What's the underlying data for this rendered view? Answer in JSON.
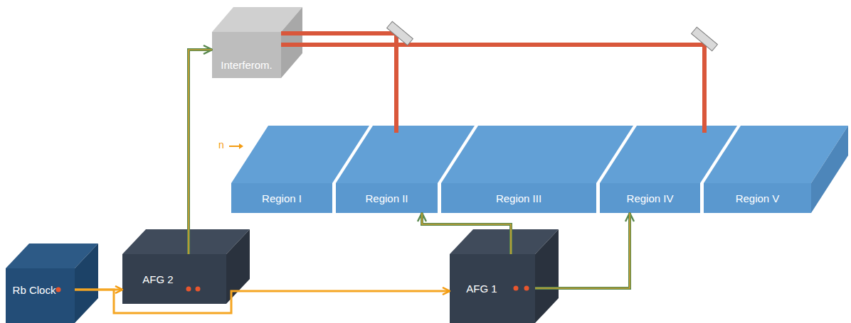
{
  "diagram": {
    "nodes": [
      {
        "text": [
          "Rb Clock"
        ]
      },
      {
        "text": [
          "AFG 2"
        ]
      },
      {
        "text": [
          "Interferom."
        ]
      },
      {
        "text": [
          "Region I"
        ]
      },
      {
        "text": [
          "Region II"
        ]
      },
      {
        "text": [
          "Region III"
        ]
      },
      {
        "text": [
          "Region IV"
        ]
      },
      {
        "text": [
          "Region V"
        ]
      },
      {
        "text": [
          "AFG 1"
        ]
      }
    ],
    "edges": [
      {
        "from": 0,
        "to": 1,
        "arrow": "to"
      },
      {
        "from": 0,
        "to": 8,
        "arrow": "to"
      },
      {
        "from": 1,
        "to": 2,
        "arrow": "to"
      },
      {
        "from": 8,
        "to": 4,
        "arrow": "to"
      },
      {
        "from": 8,
        "to": 6,
        "arrow": "to"
      },
      {
        "from": 2,
        "to": 4,
        "arrow": "none"
      },
      {
        "from": 2,
        "to": 6,
        "arrow": "none"
      }
    ],
    "labels": [
      "n"
    ]
  }
}
